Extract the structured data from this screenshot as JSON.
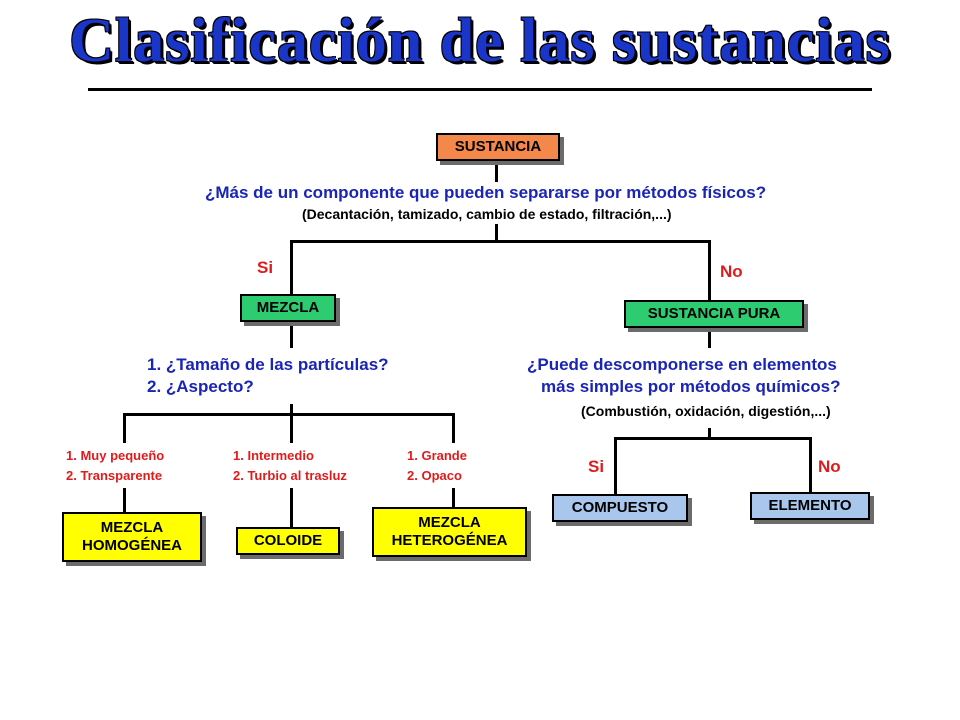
{
  "title": "Clasificación de las sustancias",
  "nodes": {
    "sustancia": "SUSTANCIA",
    "mezcla": "MEZCLA",
    "sustancia_pura": "SUSTANCIA PURA",
    "mezcla_homogenea": [
      "MEZCLA",
      "HOMOGÉNEA"
    ],
    "coloide": "COLOIDE",
    "mezcla_heterogenea": [
      "MEZCLA",
      "HETEROGÉNEA"
    ],
    "compuesto": "COMPUESTO",
    "elemento": "ELEMENTO"
  },
  "questions": {
    "q1": "¿Más de un componente que pueden separarse por métodos físicos?",
    "q1_note": "(Decantación, tamizado, cambio de estado, filtración,...)",
    "q2_lines": [
      "1. ¿Tamaño de las partículas?",
      "2. ¿Aspecto?"
    ],
    "q3_lines": [
      "¿Puede descomponerse en elementos",
      "más simples por métodos químicos?"
    ],
    "q3_note": "(Combustión, oxidación, digestión,...)"
  },
  "answers": {
    "si_mezcla": "Si",
    "no_pura": "No",
    "si_compuesto": "Si",
    "no_elemento": "No"
  },
  "criteria": {
    "homogenea": [
      "1. Muy pequeño",
      "2. Transparente"
    ],
    "coloide": [
      "1. Intermedio",
      "2. Turbio al trasluz"
    ],
    "heterogenea": [
      "1. Grande",
      "2. Opaco"
    ]
  },
  "colors": {
    "title": "#1a36c8",
    "question": "#1a25b5",
    "answer": "#e11b1b",
    "orange_box": "#f4874a",
    "green_box": "#2ecc71",
    "yellow_box": "#ffff00",
    "blue_box": "#a9c6ec"
  }
}
